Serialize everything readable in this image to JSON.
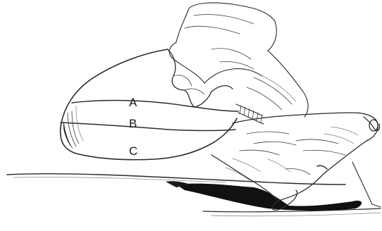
{
  "labels": {
    "a": "A",
    "b": "B",
    "c": "C"
  },
  "colors": {
    "ink": "#2a2a2a",
    "shadow": "#111111",
    "paper": "#ffffff"
  }
}
